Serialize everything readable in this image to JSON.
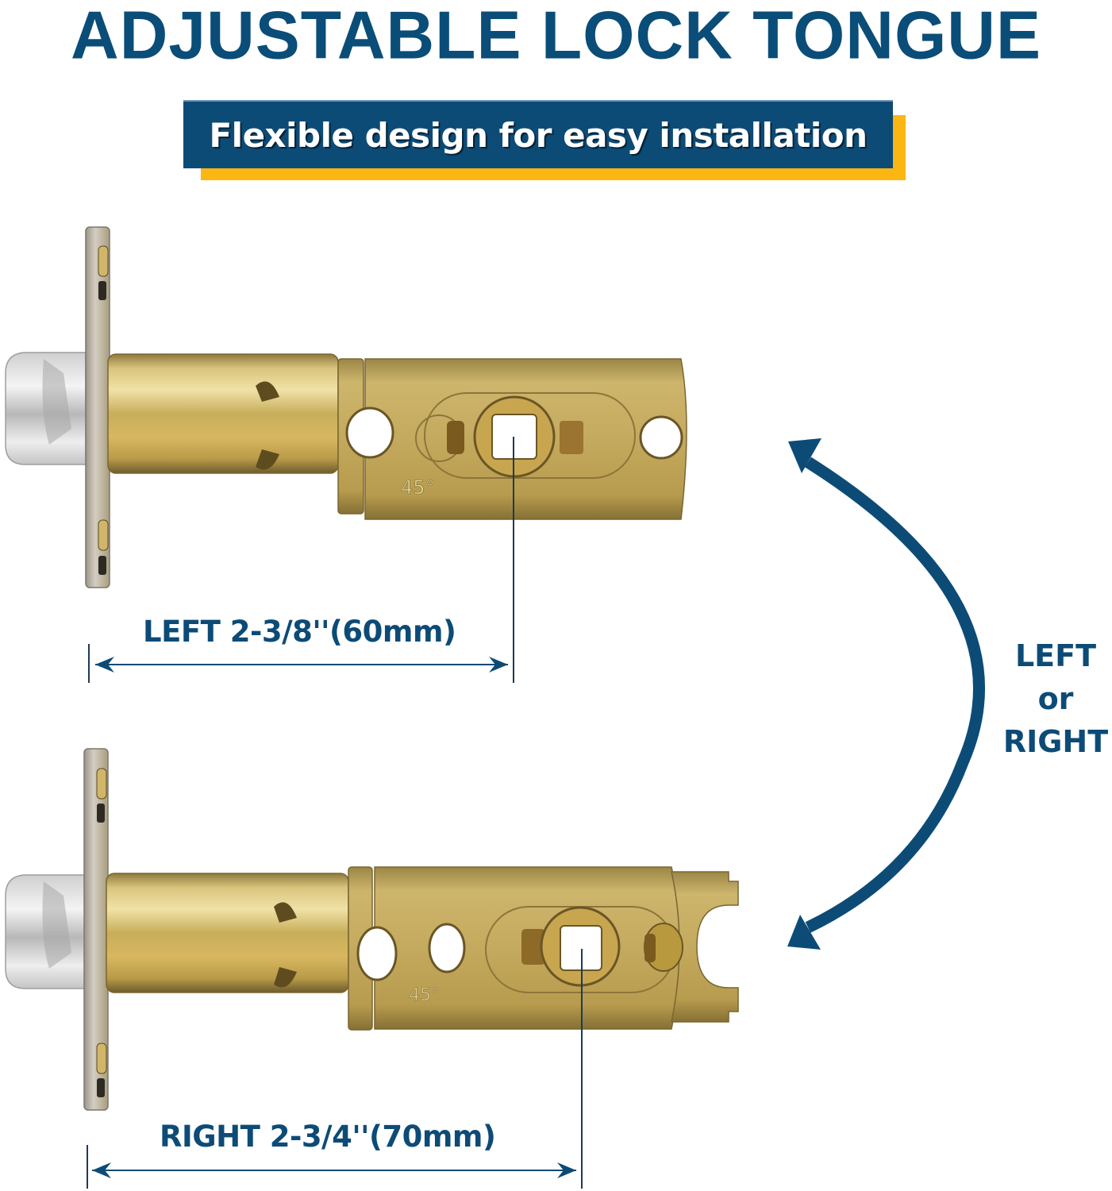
{
  "header": {
    "title": "ADJUSTABLE LOCK TONGUE",
    "banner": "Flexible design for easy installation"
  },
  "latches": [
    {
      "id": "top",
      "setting": "LEFT",
      "label": "LEFT 2-3/8''(60mm)",
      "backset_inches": "2-3/8''",
      "backset_mm": "60mm",
      "stamp": "45°"
    },
    {
      "id": "bottom",
      "setting": "RIGHT",
      "label": "RIGHT 2-3/4''(70mm)",
      "backset_inches": "2-3/4''",
      "backset_mm": "70mm",
      "stamp": "45°"
    }
  ],
  "switch_indicator": {
    "icon": "curved-double-arrow-icon",
    "line1": "LEFT",
    "line2": "or",
    "line3": "RIGHT"
  },
  "colors": {
    "brand_blue": "#0a4d78",
    "banner_blue": "#0d4b77",
    "accent_yellow": "#fbb614",
    "brass": "#c9a94e",
    "steel": "#d8d8d8"
  }
}
